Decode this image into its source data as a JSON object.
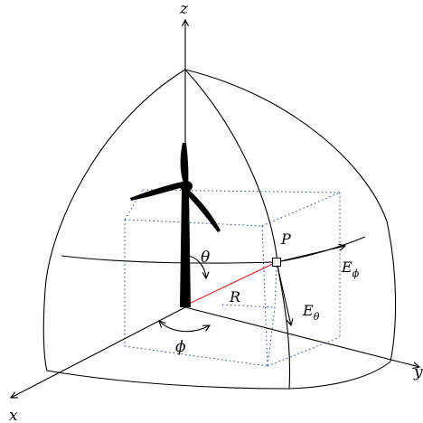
{
  "labels": {
    "z": "z",
    "x": "x",
    "y": "y",
    "point": "P",
    "theta": "θ",
    "phi": "ϕ",
    "radius": "R",
    "e_phi_main": "E",
    "e_phi_sub": "ϕ",
    "e_theta_main": "E",
    "e_theta_sub": "θ"
  },
  "colors": {
    "line": "#000000",
    "radius_line": "#d62b2b",
    "dotted_box": "#2b3f8f",
    "background": "#ffffff"
  },
  "icons": {
    "turbine": "wind-turbine-icon",
    "point_marker": "square-marker-icon"
  }
}
